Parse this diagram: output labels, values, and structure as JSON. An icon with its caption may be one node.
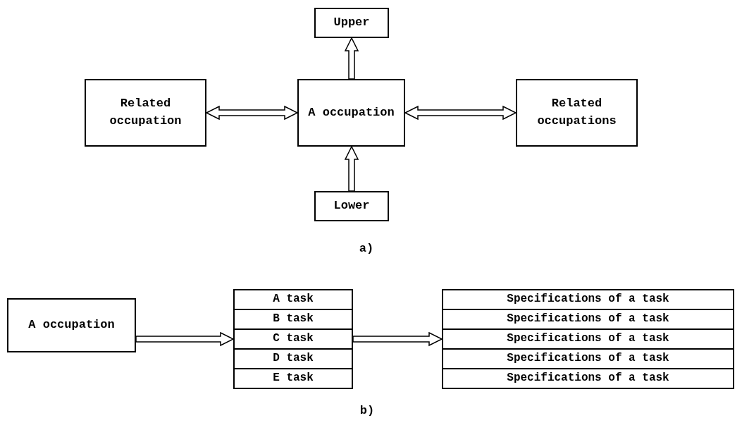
{
  "diagram": {
    "nodes": [
      {
        "text": [
          "Upper"
        ]
      },
      {
        "text": [
          "Related occupation"
        ]
      },
      {
        "text": [
          "A occupation"
        ]
      },
      {
        "text": [
          "Related occupations"
        ]
      },
      {
        "text": [
          "Lower"
        ]
      },
      {
        "text": [
          "A occupation"
        ]
      },
      {
        "text": [
          "A task"
        ]
      },
      {
        "text": [
          "B task"
        ]
      },
      {
        "text": [
          "C task"
        ]
      },
      {
        "text": [
          "D task"
        ]
      },
      {
        "text": [
          "E task"
        ]
      },
      {
        "text": [
          "Specifications of a task"
        ]
      },
      {
        "text": [
          "Specifications of a task"
        ]
      },
      {
        "text": [
          "Specifications of a task"
        ]
      },
      {
        "text": [
          "Specifications of a task"
        ]
      },
      {
        "text": [
          "Specifications of a task"
        ]
      }
    ],
    "edges": [
      {
        "from": 2,
        "to": 0,
        "arrow": "to"
      },
      {
        "from": 1,
        "to": 2,
        "arrow": "both"
      },
      {
        "from": 2,
        "to": 3,
        "arrow": "both"
      },
      {
        "from": 4,
        "to": 2,
        "arrow": "to"
      },
      {
        "from": 5,
        "to": 8,
        "arrow": "to"
      },
      {
        "from": 8,
        "to": 13,
        "arrow": "to"
      }
    ],
    "labels": [
      "a)",
      "b)"
    ]
  }
}
